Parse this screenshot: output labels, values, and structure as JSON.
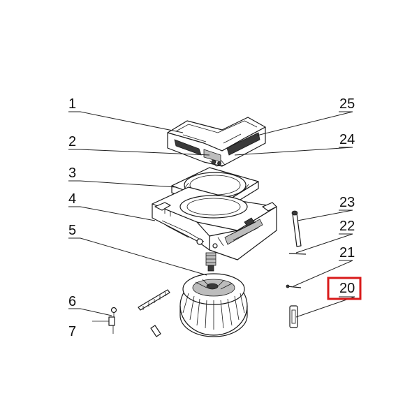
{
  "callouts": [
    {
      "id": "1",
      "label": "1"
    },
    {
      "id": "2",
      "label": "2"
    },
    {
      "id": "3",
      "label": "3"
    },
    {
      "id": "4",
      "label": "4"
    },
    {
      "id": "5",
      "label": "5"
    },
    {
      "id": "6",
      "label": "6"
    },
    {
      "id": "7",
      "label": "7"
    },
    {
      "id": "25",
      "label": "25"
    },
    {
      "id": "24",
      "label": "24"
    },
    {
      "id": "23",
      "label": "23"
    },
    {
      "id": "22",
      "label": "22"
    },
    {
      "id": "21",
      "label": "21"
    },
    {
      "id": "20",
      "label": "20",
      "highlighted": true
    }
  ],
  "colors": {
    "highlight": "#d91a1a",
    "line": "#1a1a1a",
    "background": "#ffffff"
  }
}
